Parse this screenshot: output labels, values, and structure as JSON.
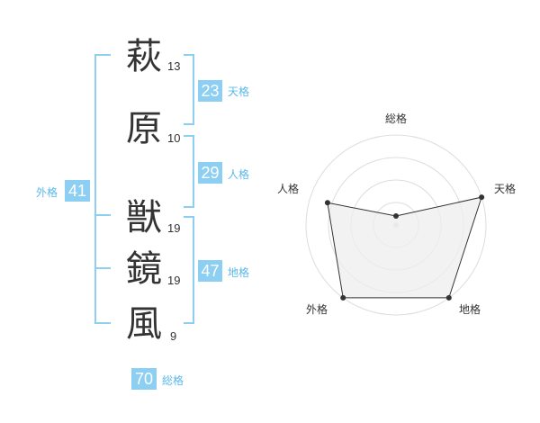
{
  "name": {
    "chars": [
      {
        "char": "萩",
        "strokes": "13"
      },
      {
        "char": "原",
        "strokes": "10"
      },
      {
        "char": "獣",
        "strokes": "19"
      },
      {
        "char": "鏡",
        "strokes": "19"
      },
      {
        "char": "風",
        "strokes": "9"
      }
    ]
  },
  "kakusu": {
    "tenkaku": {
      "value": "23",
      "label": "天格"
    },
    "jinkaku": {
      "value": "29",
      "label": "人格"
    },
    "chikaku": {
      "value": "47",
      "label": "地格"
    },
    "gaikaku": {
      "value": "41",
      "label": "外格"
    },
    "soukaku": {
      "value": "70",
      "label": "総格"
    }
  },
  "chart_data": {
    "type": "radar",
    "axes": [
      "総格",
      "天格",
      "地格",
      "外格",
      "人格"
    ],
    "values": [
      0.1,
      1.0,
      1.0,
      1.0,
      0.8
    ],
    "rmax": 1,
    "rings": 4,
    "colors": {
      "stroke": "#333333",
      "fill": "#eeeeee",
      "grid": "#dddddd"
    }
  }
}
